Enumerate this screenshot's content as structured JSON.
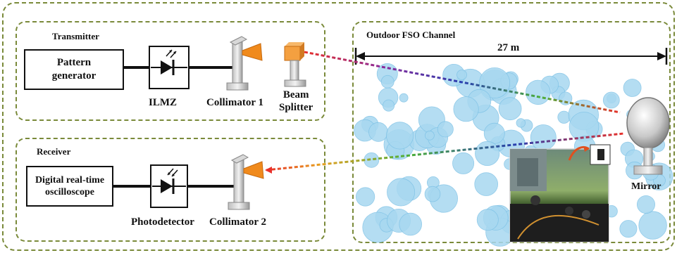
{
  "transmitter": {
    "title": "Transmitter",
    "pattern_generator": "Pattern\ngenerator",
    "modulator": "ILMZ",
    "collimator": "Collimator 1",
    "beam_splitter": "Beam\nSplitter"
  },
  "receiver": {
    "title": "Receiver",
    "oscilloscope": "Digital real-time\noscilloscope",
    "detector": "Photodetector",
    "collimator": "Collimator 2"
  },
  "channel": {
    "title": "Outdoor FSO Channel",
    "distance": "27 m",
    "mirror": "Mirror"
  },
  "colors": {
    "dashed_border": "#7a8a3a",
    "cloud": "#a8d8f0",
    "cloud_edge": "#7fc2e6",
    "collimator_lens": "#f08a1c",
    "beam_splitter": "#f4a040",
    "beam_red": "#e8302a",
    "beam_green": "#4caf3a",
    "beam_blue": "#2a3fb0"
  }
}
